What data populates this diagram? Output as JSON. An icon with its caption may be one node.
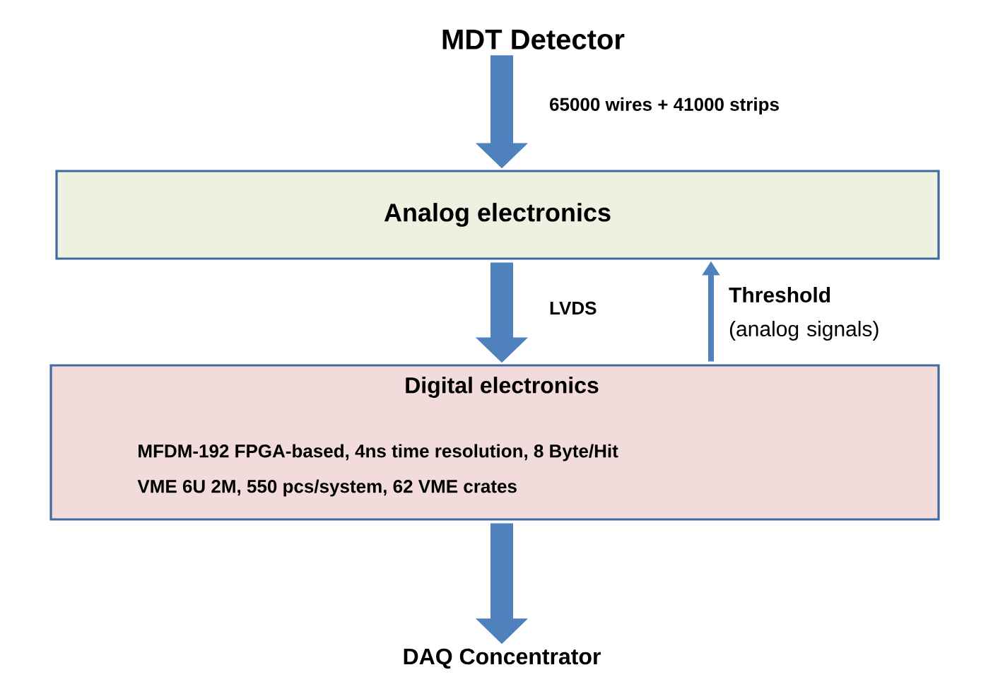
{
  "diagram": {
    "nodes": [
      {
        "text": [
          "MDT Detector"
        ]
      },
      {
        "text": [
          "Analog  electronics"
        ]
      },
      {
        "text": [
          "Digital electronics",
          "MFDM-192 FPGA-based, 4ns time resolution, 8 Byte/Hit",
          "VME 6U 2M, 550 pcs/system, 62 VME crates"
        ]
      },
      {
        "text": [
          "DAQ Concentrator"
        ]
      }
    ],
    "edges": [
      {
        "from": 0,
        "to": 1,
        "arrow": "to",
        "label": "65000 wires + 41000 strips"
      },
      {
        "from": 1,
        "to": 2,
        "arrow": "to",
        "label": "LVDS"
      },
      {
        "from": 2,
        "to": 1,
        "arrow": "to",
        "label": "**Threshold** (analog signals)"
      },
      {
        "from": 2,
        "to": 3,
        "arrow": "to"
      }
    ]
  }
}
